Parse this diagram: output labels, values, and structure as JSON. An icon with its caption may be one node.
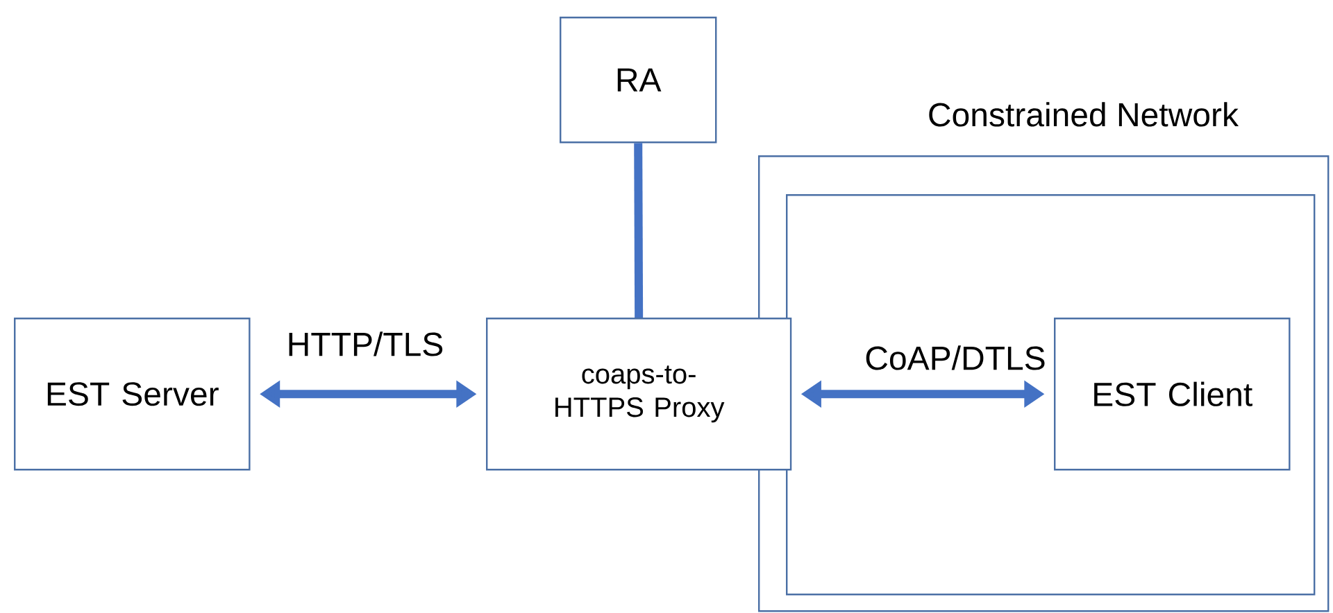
{
  "diagram": {
    "nodes": [
      {
        "text": [
          "RA"
        ]
      },
      {
        "text": [
          "Constrained Network"
        ]
      },
      {
        "text": [],
        "shape": "box",
        "in": 1
      },
      {
        "text": [
          "EST Server"
        ]
      },
      {
        "text": [
          "coaps-to-HTTPS Proxy"
        ]
      },
      {
        "text": [
          "EST Client"
        ],
        "in": 2
      }
    ],
    "edges": [
      {
        "from": 4,
        "to": 0,
        "arrow": "none"
      },
      {
        "from": 3,
        "to": 4,
        "arrow": "both",
        "label": "HTTP/TLS"
      },
      {
        "from": 4,
        "to": 5,
        "arrow": "both",
        "label": "CoAP/DTLS"
      }
    ]
  }
}
